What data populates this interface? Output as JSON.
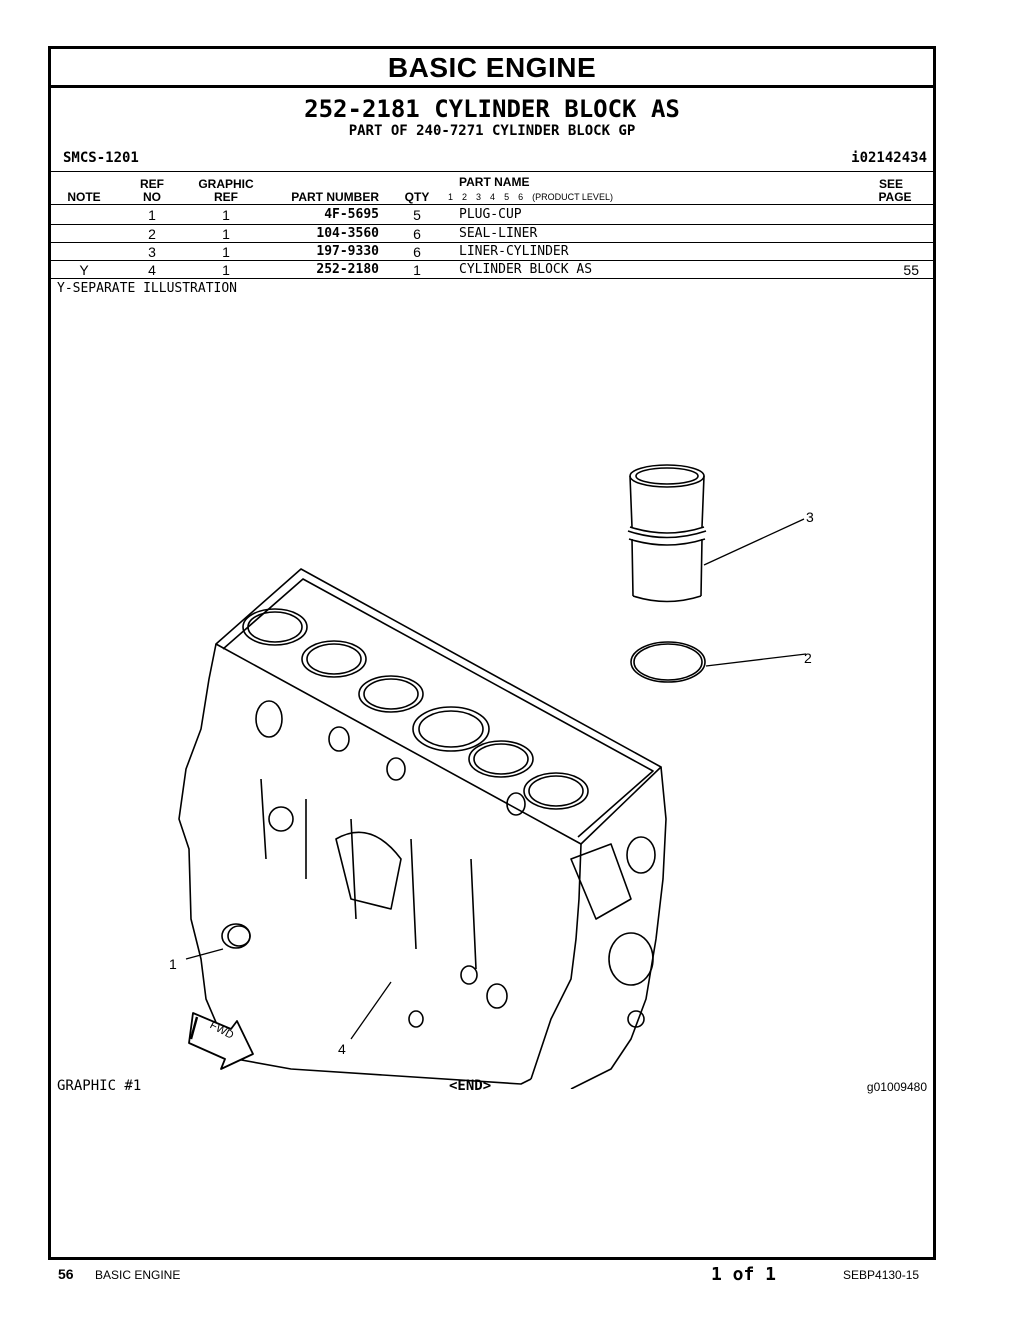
{
  "section_title": "BASIC ENGINE",
  "block_title": "252-2181 CYLINDER BLOCK AS",
  "sub_title": "PART OF 240-7271 CYLINDER BLOCK GP",
  "smcs": "SMCS-1201",
  "illustration_id": "i02142434",
  "table": {
    "headers": {
      "note": "NOTE",
      "ref_top": "REF",
      "ref_bottom": "NO",
      "graphic_top": "GRAPHIC",
      "graphic_bottom": "REF",
      "part_number": "PART NUMBER",
      "qty": "QTY",
      "part_name": "PART NAME",
      "levels": [
        "1",
        "2",
        "3",
        "4",
        "5",
        "6"
      ],
      "levels_note": "(PRODUCT LEVEL)",
      "see_top": "SEE",
      "see_bottom": "PAGE"
    },
    "rows": [
      {
        "note": "",
        "ref": "1",
        "graphic_ref": "1",
        "part_number": "4F-5695",
        "qty": "5",
        "part_name": "PLUG-CUP",
        "see_page": ""
      },
      {
        "note": "",
        "ref": "2",
        "graphic_ref": "1",
        "part_number": "104-3560",
        "qty": "6",
        "part_name": "SEAL-LINER",
        "see_page": ""
      },
      {
        "note": "",
        "ref": "3",
        "graphic_ref": "1",
        "part_number": "197-9330",
        "qty": "6",
        "part_name": "LINER-CYLINDER",
        "see_page": ""
      },
      {
        "note": "Y",
        "ref": "4",
        "graphic_ref": "1",
        "part_number": "252-2180",
        "qty": "1",
        "part_name": "CYLINDER BLOCK AS",
        "see_page": "55"
      }
    ]
  },
  "footnote": "Y-SEPARATE ILLUSTRATION",
  "illustration": {
    "callouts": [
      "1",
      "2",
      "3",
      "4"
    ],
    "arrow_label": "FWD"
  },
  "graphic_label": "GRAPHIC #1",
  "end_label": "<END>",
  "graphic_id": "g01009480",
  "footer": {
    "page_number": "56",
    "section": "BASIC ENGINE",
    "page_of": "1 of 1",
    "doc_number": "SEBP4130-15"
  }
}
